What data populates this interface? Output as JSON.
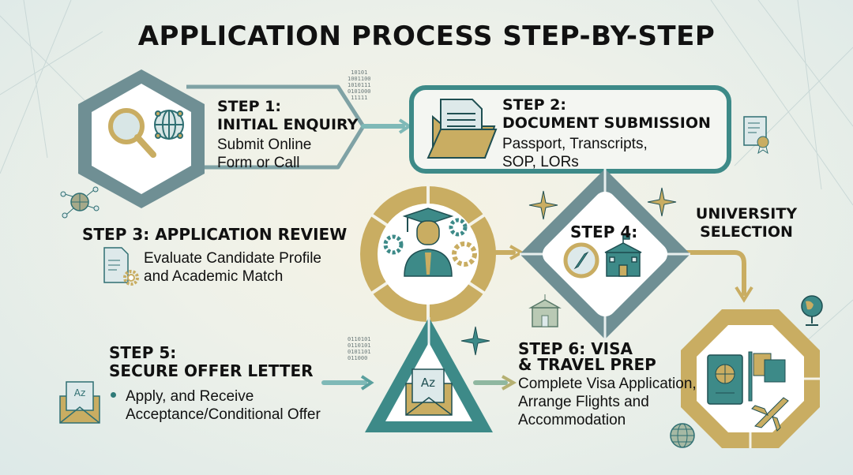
{
  "title": "APPLICATION PROCESS STEP-BY-STEP",
  "colors": {
    "teal": "#3d8a88",
    "slate": "#6b8f93",
    "gold": "#c9ad62",
    "text": "#111111",
    "background": "#eef1e9"
  },
  "steps": [
    {
      "id": 1,
      "heading_line1": "STEP 1:",
      "heading_line2": "INITIAL ENQUIRY",
      "desc_line1": "Submit Online",
      "desc_line2": "Form or Call",
      "icons": [
        "magnifier-icon",
        "globe-network-icon"
      ]
    },
    {
      "id": 2,
      "heading_line1": "STEP 2:",
      "heading_line2": "DOCUMENT SUBMISSION",
      "desc_line1": "Passport, Transcripts,",
      "desc_line2": "SOP, LORs",
      "icons": [
        "folder-document-icon"
      ]
    },
    {
      "id": 3,
      "heading": "STEP 3: APPLICATION REVIEW",
      "desc_line1": "Evaluate Candidate Profile",
      "desc_line2": "and Academic Match",
      "icons": [
        "document-gear-icon",
        "graduate-gears-icon"
      ]
    },
    {
      "id": 4,
      "heading": "STEP 4:",
      "label_line1": "UNIVERSITY",
      "label_line2": "SELECTION",
      "icons": [
        "compass-icon",
        "university-building-icon"
      ]
    },
    {
      "id": 5,
      "heading_line1": "STEP 5:",
      "heading_line2": "SECURE OFFER LETTER",
      "bullet_line1": "Apply, and Receive",
      "bullet_line2": "Acceptance/Conditional Offer",
      "icons": [
        "offer-letter-envelope-icon"
      ]
    },
    {
      "id": 6,
      "heading_line1": "STEP 6: VISA",
      "heading_line2": "& TRAVEL PREP",
      "desc_line1": "Complete Visa Application,",
      "desc_line2": "Arrange Flights and",
      "desc_line3": "Accommodation",
      "icons": [
        "passport-icon",
        "flag-icon",
        "airplane-icon"
      ]
    }
  ],
  "decor": {
    "binary_top": "10101\n1001100\n1010111\n0101000\n11111",
    "binary_bottom": "0110101\n0110101\n0101101\n011000",
    "envelope_letter": "Az"
  }
}
